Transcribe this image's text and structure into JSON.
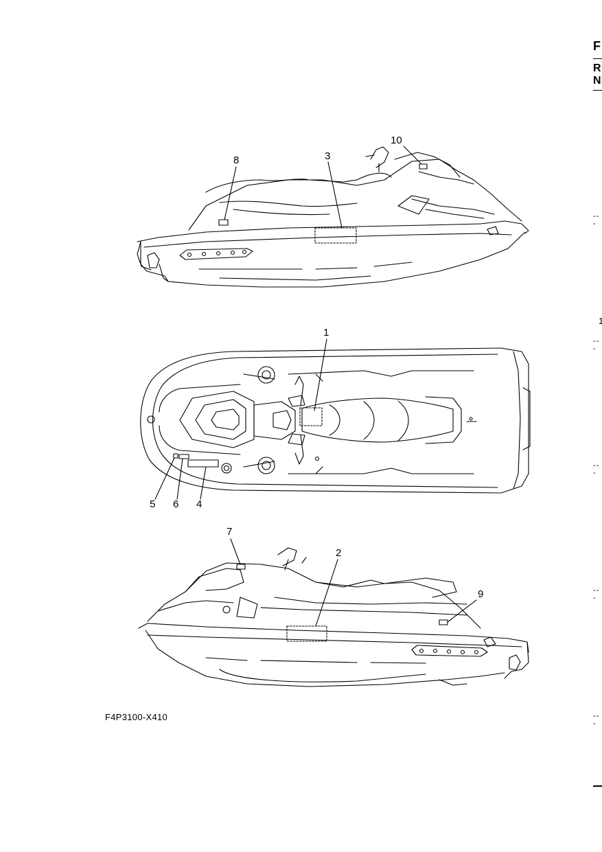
{
  "edge_tab": {
    "letters": [
      "F",
      "R",
      "N"
    ],
    "page_marker": "1"
  },
  "callouts": {
    "c1": "1",
    "c2": "2",
    "c3": "3",
    "c4": "4",
    "c5": "5",
    "c6": "6",
    "c7": "7",
    "c8": "8",
    "c9": "9",
    "c10": "10"
  },
  "part_code": "F4P3100-X410"
}
